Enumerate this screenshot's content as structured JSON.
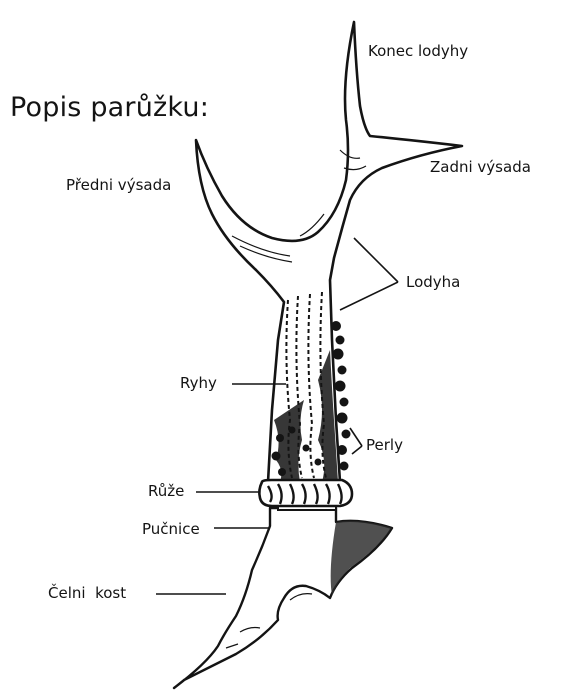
{
  "diagram": {
    "title": "Popis parůžku:",
    "labels": {
      "konec_lodyhy": "Konec lodyhy",
      "zadni_vysada": "Zadni výsada",
      "predni_vysada": "Předni výsada",
      "lodyha": "Lodyha",
      "ryhy": "Ryhy",
      "perly": "Perly",
      "ruze": "Růže",
      "pucnice": "Pučnice",
      "celni_kost": "Čelni  kost"
    },
    "colors": {
      "ink": "#141414",
      "paper": "#ffffff"
    }
  }
}
